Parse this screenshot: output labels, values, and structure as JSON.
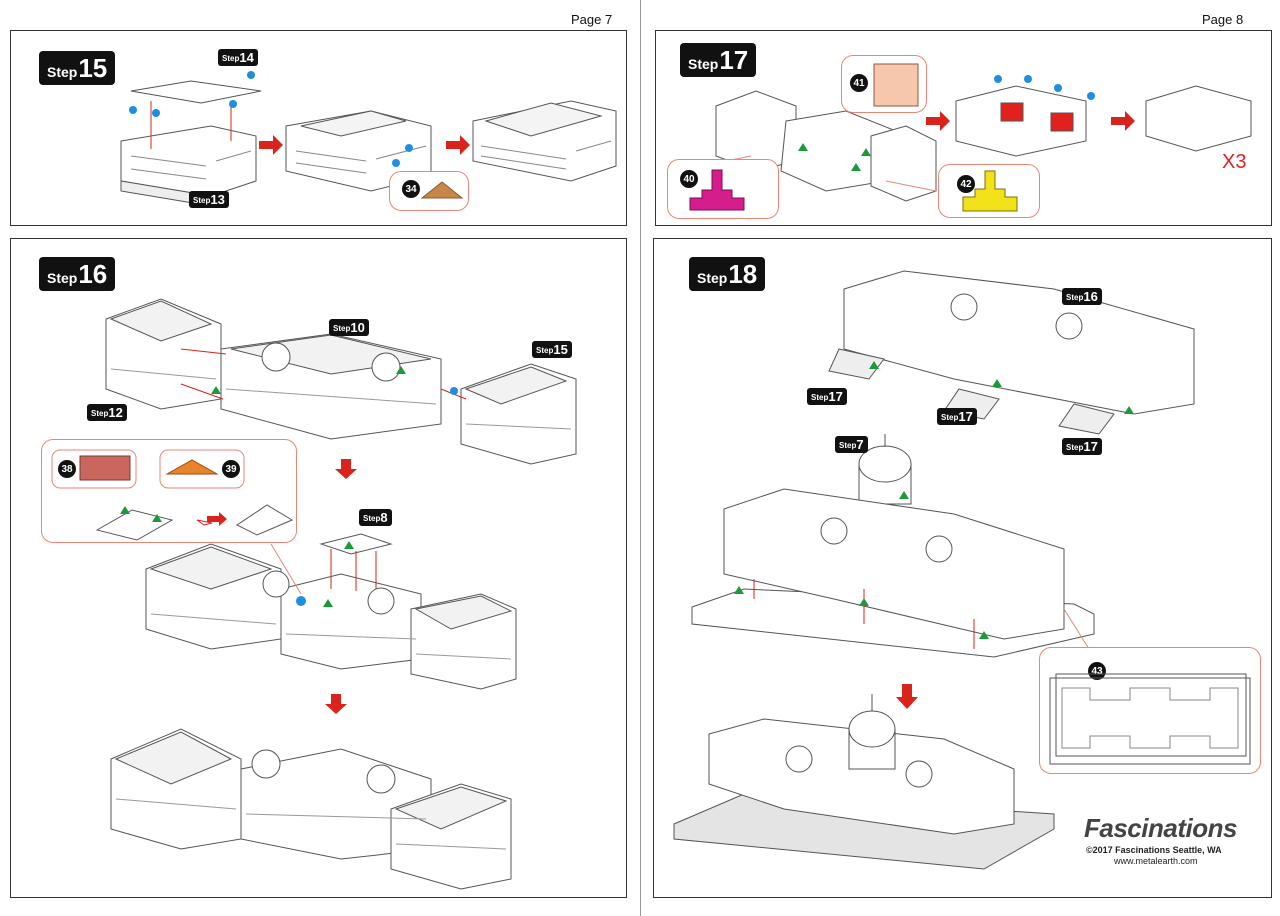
{
  "pages": {
    "left": "Page 7",
    "right": "Page 8"
  },
  "step_word": "Step",
  "steps": {
    "s15": "15",
    "s16": "16",
    "s17": "17",
    "s18": "18"
  },
  "refs": {
    "r14": "14",
    "r13": "13",
    "r10": "10",
    "r15": "15",
    "r12": "12",
    "r8": "8",
    "r16": "16",
    "r17a": "17",
    "r17b": "17",
    "r17c": "17",
    "r7": "7"
  },
  "parts": {
    "p34": "34",
    "p38": "38",
    "p39": "39",
    "p40": "40",
    "p41": "41",
    "p42": "42",
    "p43": "43"
  },
  "multiplier": "X3",
  "brand": {
    "name": "Fascinations",
    "copyright": "©2017 Fascinations Seattle, WA",
    "url": "www.metalearth.com"
  },
  "colors": {
    "arrow": "#d9241b",
    "part34": "#c8874a",
    "part38": "#c9665e",
    "part39": "#e8842c",
    "part40": "#d51d8c",
    "part41": "#f6c6ad",
    "part42": "#f2e21a",
    "callout": "#e8867a",
    "dot_blue": "#1e8fe0",
    "tri_green": "#1c9a3a"
  }
}
